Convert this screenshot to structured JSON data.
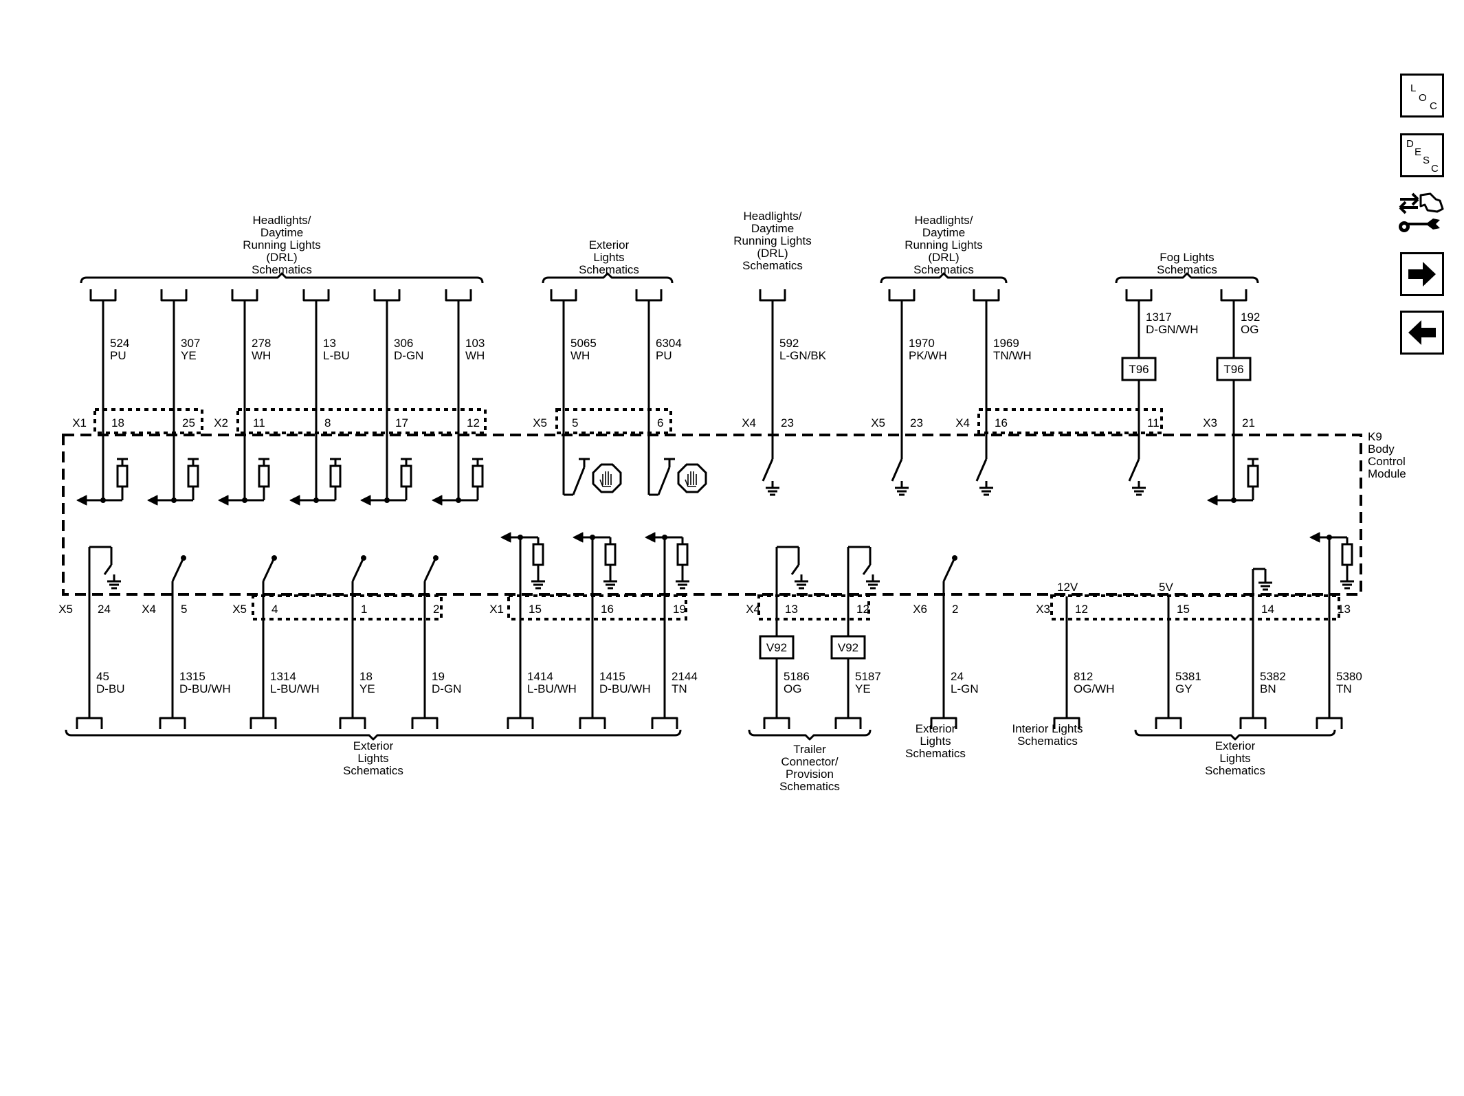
{
  "nav": {
    "loc_letters": [
      "L",
      "O",
      "C"
    ],
    "desc_letters": [
      "D",
      "E",
      "S",
      "C"
    ]
  },
  "module": {
    "name": "K9\nBody\nControl\nModule"
  },
  "top_groups": [
    {
      "label": "Headlights/\nDaytime\nRunning Lights\n(DRL)\nSchematics"
    },
    {
      "label": "Exterior\nLights\nSchematics"
    },
    {
      "label": "Headlights/\nDaytime\nRunning Lights\n(DRL)\nSchematics"
    },
    {
      "label": "Headlights/\nDaytime\nRunning Lights\n(DRL)\nSchematics"
    },
    {
      "label": "Fog Lights\nSchematics"
    }
  ],
  "bottom_groups": [
    {
      "label": "Exterior\nLights\nSchematics"
    },
    {
      "label": "Trailer\nConnector/\nProvision\nSchematics"
    },
    {
      "label": "Exterior\nLights\nSchematics"
    },
    {
      "label": "Interior Lights\nSchematics"
    },
    {
      "label": "Exterior\nLights\nSchematics"
    }
  ],
  "top_wires": [
    {
      "circuit": "524",
      "color": "PU",
      "connector": "X1",
      "pin": "18",
      "inline": ""
    },
    {
      "circuit": "307",
      "color": "YE",
      "connector": "",
      "pin": "25",
      "inline": ""
    },
    {
      "circuit": "278",
      "color": "WH",
      "connector": "X2",
      "pin": "11",
      "inline": ""
    },
    {
      "circuit": "13",
      "color": "L-BU",
      "connector": "",
      "pin": "8",
      "inline": ""
    },
    {
      "circuit": "306",
      "color": "D-GN",
      "connector": "",
      "pin": "17",
      "inline": ""
    },
    {
      "circuit": "103",
      "color": "WH",
      "connector": "",
      "pin": "12",
      "inline": ""
    },
    {
      "circuit": "5065",
      "color": "WH",
      "connector": "X5",
      "pin": "5",
      "inline": ""
    },
    {
      "circuit": "6304",
      "color": "PU",
      "connector": "",
      "pin": "6",
      "inline": ""
    },
    {
      "circuit": "592",
      "color": "L-GN/BK",
      "connector": "X4",
      "pin": "23",
      "inline": ""
    },
    {
      "circuit": "1970",
      "color": "PK/WH",
      "connector": "X5",
      "pin": "23",
      "inline": ""
    },
    {
      "circuit": "1969",
      "color": "TN/WH",
      "connector": "X4",
      "pin": "16",
      "inline": ""
    },
    {
      "circuit": "1317",
      "color": "D-GN/WH",
      "connector": "",
      "pin": "11",
      "inline": "T96"
    },
    {
      "circuit": "192",
      "color": "OG",
      "connector": "X3",
      "pin": "21",
      "inline": "T96"
    }
  ],
  "bottom_wires": [
    {
      "circuit": "45",
      "color": "D-BU",
      "connector": "X5",
      "pin": "24",
      "inline": "",
      "voltage": ""
    },
    {
      "circuit": "1315",
      "color": "D-BU/WH",
      "connector": "X4",
      "pin": "5",
      "inline": "",
      "voltage": ""
    },
    {
      "circuit": "1314",
      "color": "L-BU/WH",
      "connector": "X5",
      "pin": "4",
      "inline": "",
      "voltage": ""
    },
    {
      "circuit": "18",
      "color": "YE",
      "connector": "",
      "pin": "1",
      "inline": "",
      "voltage": ""
    },
    {
      "circuit": "19",
      "color": "D-GN",
      "connector": "",
      "pin": "2",
      "inline": "",
      "voltage": ""
    },
    {
      "circuit": "1414",
      "color": "L-BU/WH",
      "connector": "X1",
      "pin": "15",
      "inline": "",
      "voltage": ""
    },
    {
      "circuit": "1415",
      "color": "D-BU/WH",
      "connector": "",
      "pin": "16",
      "inline": "",
      "voltage": ""
    },
    {
      "circuit": "2144",
      "color": "TN",
      "connector": "",
      "pin": "19",
      "inline": "",
      "voltage": ""
    },
    {
      "circuit": "5186",
      "color": "OG",
      "connector": "X4",
      "pin": "13",
      "inline": "V92",
      "voltage": ""
    },
    {
      "circuit": "5187",
      "color": "YE",
      "connector": "",
      "pin": "12",
      "inline": "V92",
      "voltage": ""
    },
    {
      "circuit": "24",
      "color": "L-GN",
      "connector": "X6",
      "pin": "2",
      "inline": "",
      "voltage": ""
    },
    {
      "circuit": "812",
      "color": "OG/WH",
      "connector": "X3",
      "pin": "12",
      "inline": "",
      "voltage": "12V"
    },
    {
      "circuit": "5381",
      "color": "GY",
      "connector": "",
      "pin": "15",
      "inline": "",
      "voltage": "5V"
    },
    {
      "circuit": "5382",
      "color": "BN",
      "connector": "",
      "pin": "14",
      "inline": "",
      "voltage": ""
    },
    {
      "circuit": "5380",
      "color": "TN",
      "connector": "",
      "pin": "13",
      "inline": "",
      "voltage": ""
    }
  ]
}
